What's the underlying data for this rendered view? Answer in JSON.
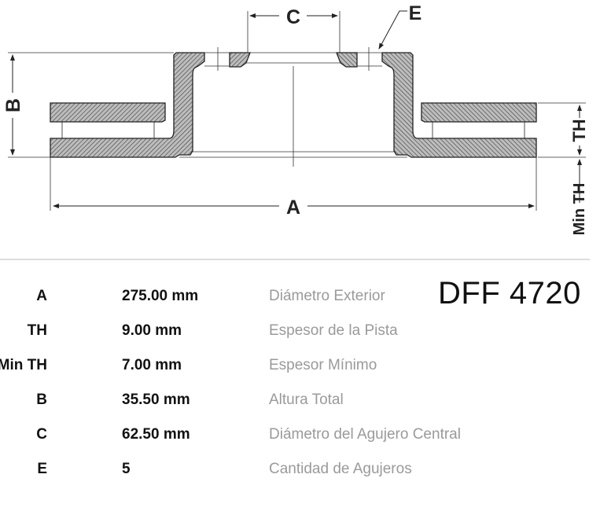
{
  "diagram": {
    "labels": {
      "A": "A",
      "B": "B",
      "C": "C",
      "E": "E",
      "TH": "TH",
      "MinTH": "Min TH"
    }
  },
  "product_code": "DFF 4720",
  "specs": [
    {
      "key": "A",
      "value": "275.00 mm",
      "description": "Diámetro Exterior"
    },
    {
      "key": "TH",
      "value": "9.00 mm",
      "description": "Espesor de la Pista"
    },
    {
      "key": "Min TH",
      "value": "7.00 mm",
      "description": "Espesor Mínimo"
    },
    {
      "key": "B",
      "value": "35.50 mm",
      "description": "Altura Total"
    },
    {
      "key": "C",
      "value": "62.50 mm",
      "description": "Diámetro del Agujero Central"
    },
    {
      "key": "E",
      "value": "5",
      "description": "Cantidad de Agujeros"
    }
  ],
  "colors": {
    "line": "#222222",
    "description_text": "#9a9a9a",
    "hatch": "#555555"
  }
}
